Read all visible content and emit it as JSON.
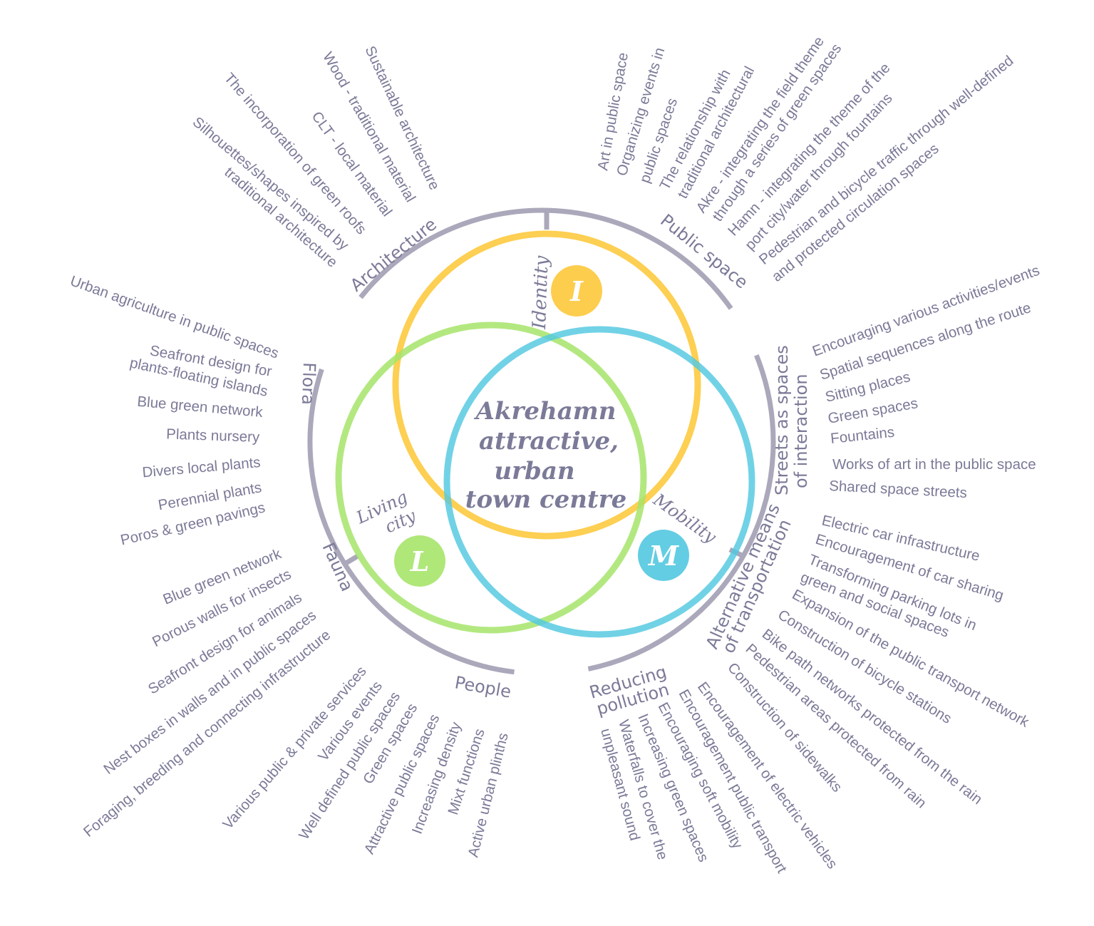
{
  "center_title": [
    "Akrehamn",
    "attractive,",
    "urban",
    "town centre"
  ],
  "themes": {
    "identity": {
      "label": "Identity",
      "badge": "I",
      "color": "#fdc83a"
    },
    "living_city": {
      "label_lines": [
        "Living",
        "city"
      ],
      "badge": "L",
      "color": "#a6e46a"
    },
    "mobility": {
      "label": "Mobility",
      "badge": "M",
      "color": "#52c8e0"
    }
  },
  "colors": {
    "text": "#7b7a98",
    "arc": "#aaa8ba"
  },
  "categories": {
    "architecture": {
      "label": "Architecture",
      "items": [
        [
          "Sustainable architecture"
        ],
        [
          "Wood - traditional material"
        ],
        [
          "CLT - local material"
        ],
        [
          "The incorporation of green roofs"
        ],
        [
          "Silhouettes/shapes inspired by",
          "traditional architecture"
        ]
      ]
    },
    "public_space": {
      "label": "Public space",
      "items": [
        [
          "Art in public space"
        ],
        [
          "Organizing events in",
          "public spaces"
        ],
        [
          "The relationship with",
          "traditional architectural"
        ],
        [
          "Akre - integrating the field theme",
          "through a series of green spaces"
        ],
        [
          "Hamn - integrating the theme of the",
          "port city/water through fountains"
        ],
        [
          "Pedestrian and bicycle traffic through well-defined",
          "and protected circulation spaces"
        ]
      ]
    },
    "streets": {
      "label_lines": [
        "Streets as spaces",
        "of interaction"
      ],
      "items": [
        [
          "Encouraging various activities/events"
        ],
        [
          "Spatial sequences along the route"
        ],
        [
          "Sitting places"
        ],
        [
          "Green spaces"
        ],
        [
          "Fountains"
        ],
        [
          "Works of art in the public space"
        ],
        [
          "Shared space streets"
        ]
      ]
    },
    "alternative_transport": {
      "label_lines": [
        "Alternative means",
        "of transportation"
      ],
      "items": [
        [
          "Electric car infrastructure"
        ],
        [
          "Encouragement of car sharing"
        ],
        [
          "Transforming parking lots in",
          "green and social spaces"
        ],
        [
          "Expansion of the public transport network"
        ],
        [
          "Construction of bicycle stations"
        ],
        [
          "Bike path networks protected from the rain"
        ],
        [
          "Pedestrian areas protected from rain"
        ],
        [
          "Construction of sidewalks"
        ]
      ]
    },
    "reducing_pollution": {
      "label_lines": [
        "Reducing",
        "pollution"
      ],
      "items": [
        [
          "Encouragement of electric vehicles"
        ],
        [
          "Encouragement public transport"
        ],
        [
          "Encouraging soft mobility"
        ],
        [
          "Increasing green spaces"
        ],
        [
          "Waterfalls to cover the",
          "unpleasant sound"
        ]
      ]
    },
    "people": {
      "label": "People",
      "items": [
        [
          "Various public & private services"
        ],
        [
          "Various events"
        ],
        [
          "Well defined public spaces"
        ],
        [
          "Green spaces"
        ],
        [
          "Attractive public spaces"
        ],
        [
          "Increasing density"
        ],
        [
          "Mixt functions"
        ],
        [
          "Active urban plinths"
        ]
      ]
    },
    "fauna": {
      "label": "Fauna",
      "items": [
        [
          "Blue green network"
        ],
        [
          "Porous walls for insects"
        ],
        [
          "Seafront design for animals"
        ],
        [
          "Nest boxes in walls and in public spaces"
        ],
        [
          "Foraging, breeding and connecting infrastructure"
        ]
      ]
    },
    "flora": {
      "label": "Flora",
      "items": [
        [
          "Urban agriculture in public spaces"
        ],
        [
          "Seafront design for",
          "plants-floating islands"
        ],
        [
          "Blue green network"
        ],
        [
          "Plants nursery"
        ],
        [
          "Divers local plants"
        ],
        [
          "Perennial plants"
        ],
        [
          "Poros & green pavings"
        ]
      ]
    }
  }
}
